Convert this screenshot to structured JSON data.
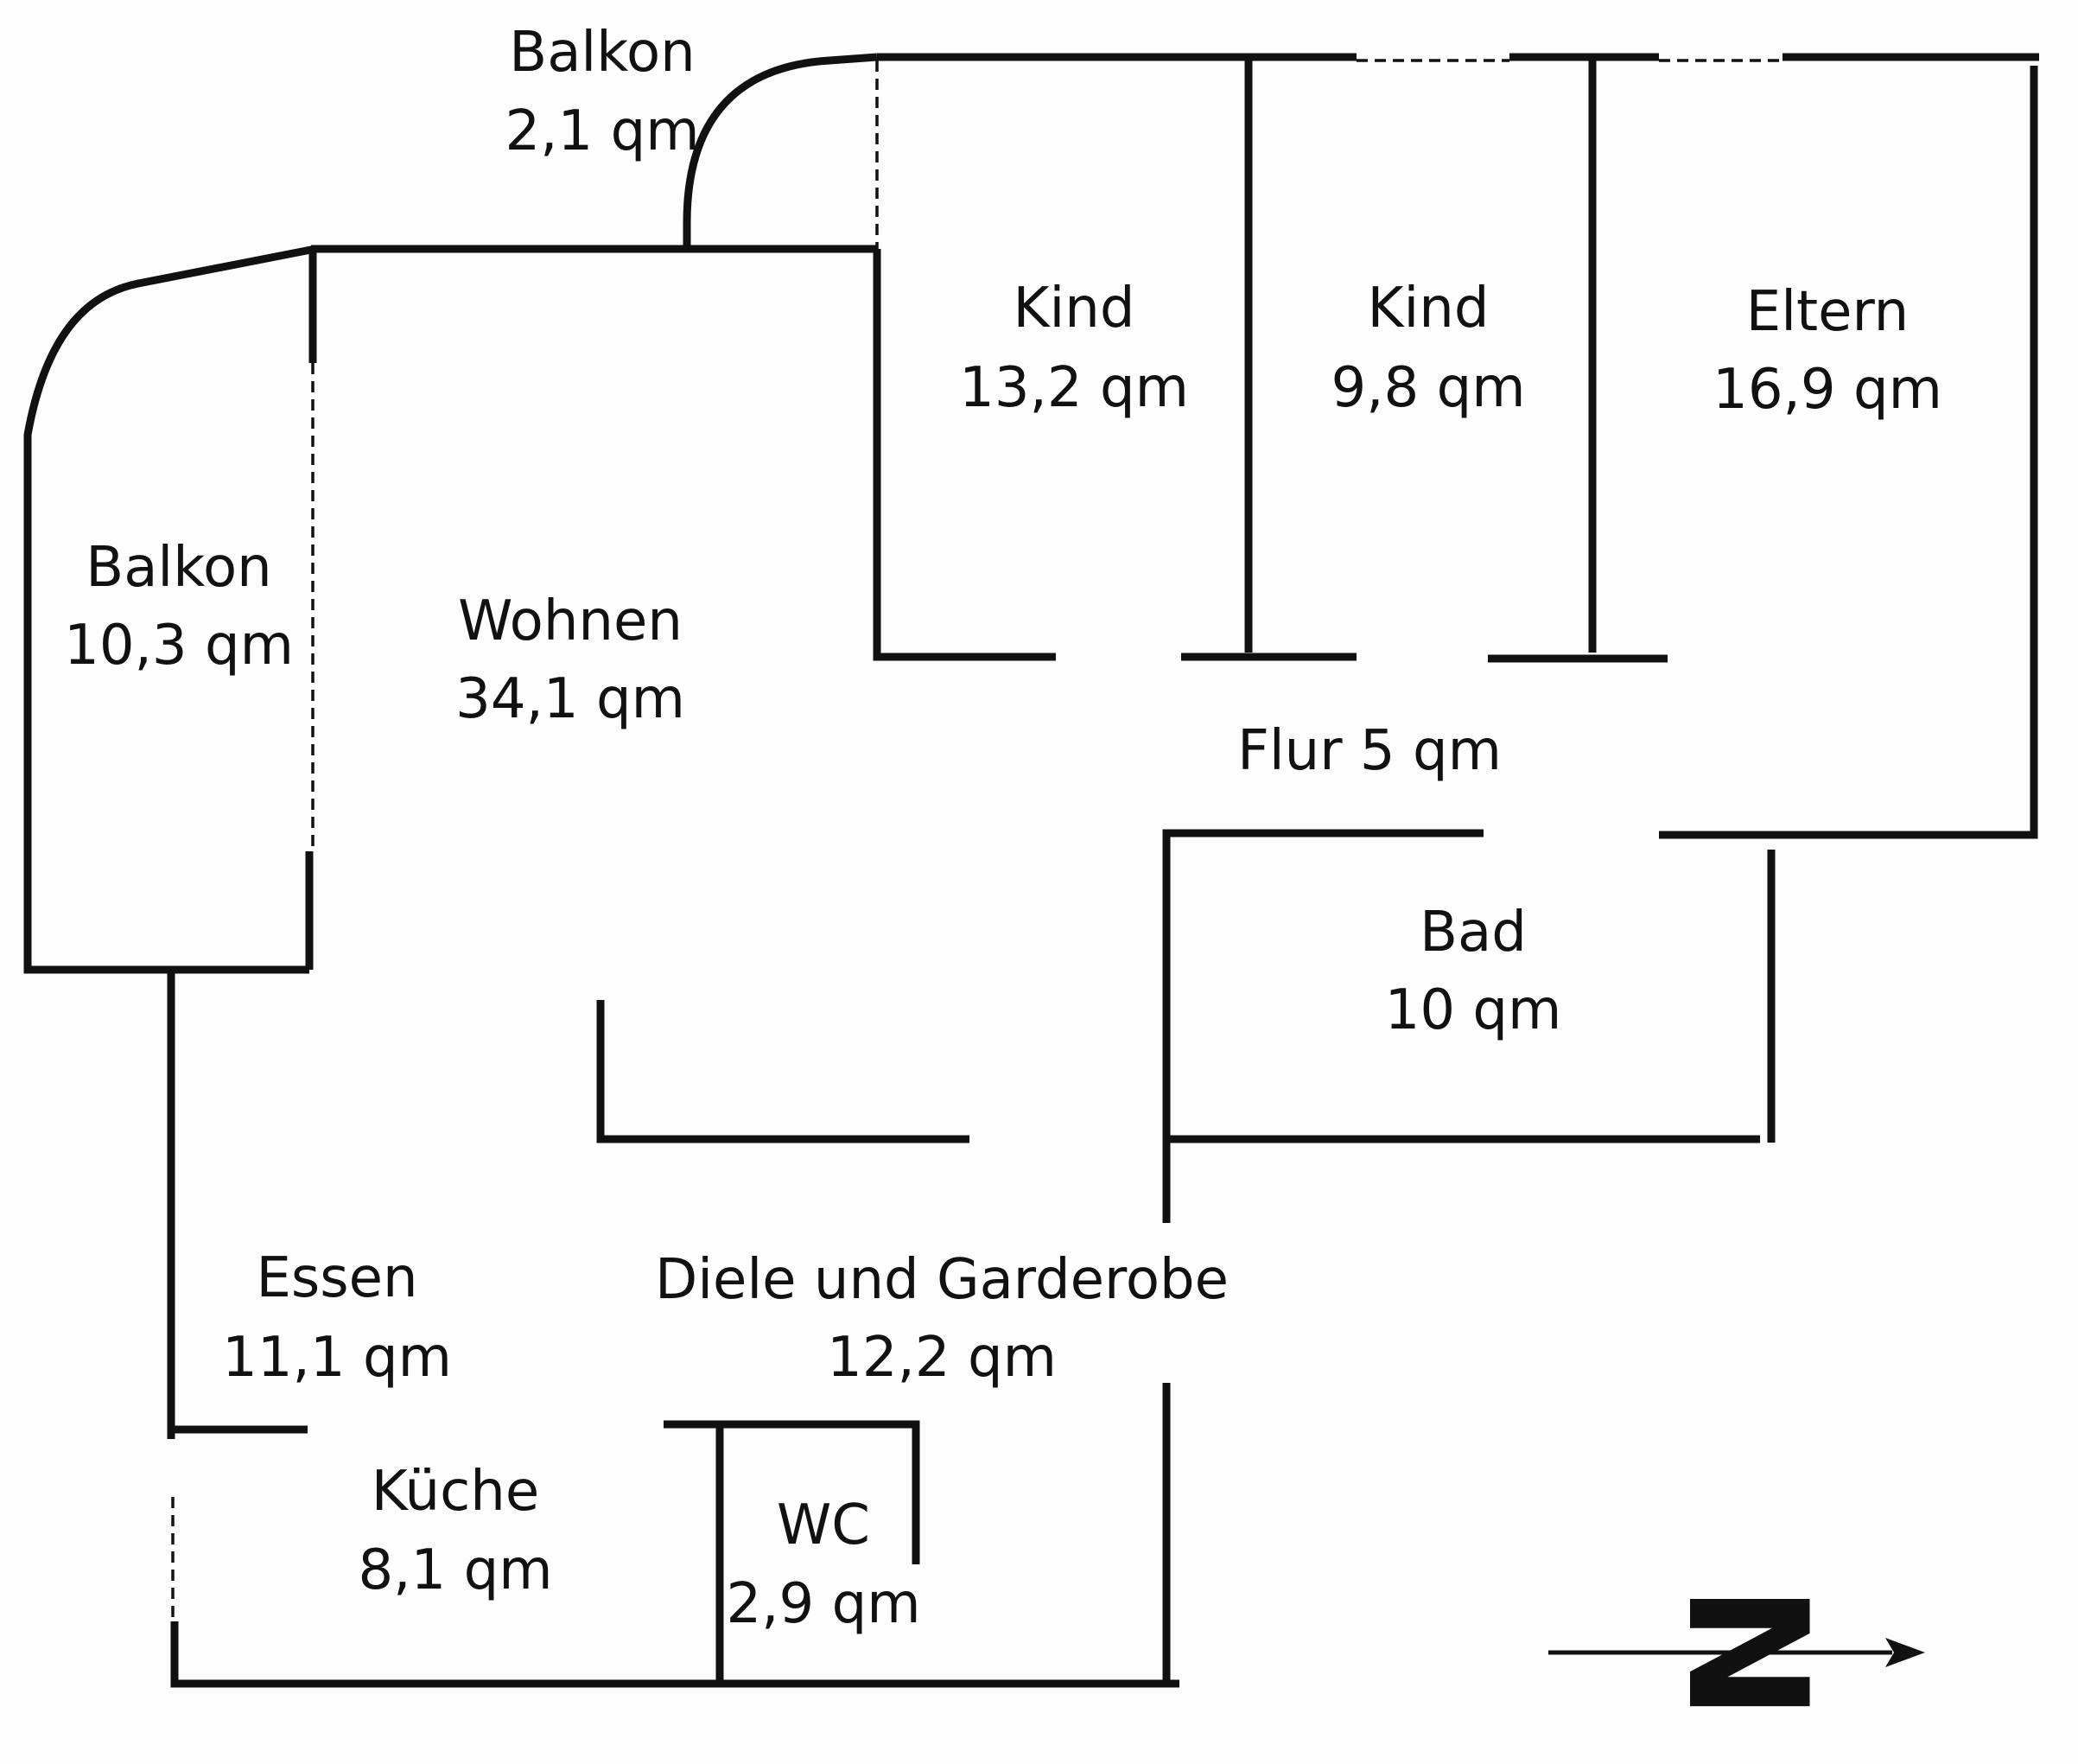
{
  "plan": {
    "rooms": [
      {
        "id": "balkon-north",
        "name": "Balkon",
        "area": "2,1 qm"
      },
      {
        "id": "kind-1",
        "name": "Kind",
        "area": "13,2 qm"
      },
      {
        "id": "kind-2",
        "name": "Kind",
        "area": "9,8 qm"
      },
      {
        "id": "eltern",
        "name": "Eltern",
        "area": "16,9 qm"
      },
      {
        "id": "balkon-west",
        "name": "Balkon",
        "area": "10,3 qm"
      },
      {
        "id": "wohnen",
        "name": "Wohnen",
        "area": "34,1 qm"
      },
      {
        "id": "flur",
        "name": "Flur 5 qm",
        "area": ""
      },
      {
        "id": "bad",
        "name": "Bad",
        "area": "10 qm"
      },
      {
        "id": "essen",
        "name": "Essen",
        "area": "11,1 qm"
      },
      {
        "id": "diele",
        "name": "Diele und Garderobe",
        "area": "12,2 qm"
      },
      {
        "id": "kueche",
        "name": "Küche",
        "area": "8,1 qm"
      },
      {
        "id": "wc",
        "name": "WC",
        "area": "2,9 qm"
      }
    ],
    "compass": {
      "letter": "N",
      "icon": "north-arrow-icon"
    },
    "colors": {
      "ink": "#111111",
      "paper": "#fdfdfd"
    }
  }
}
